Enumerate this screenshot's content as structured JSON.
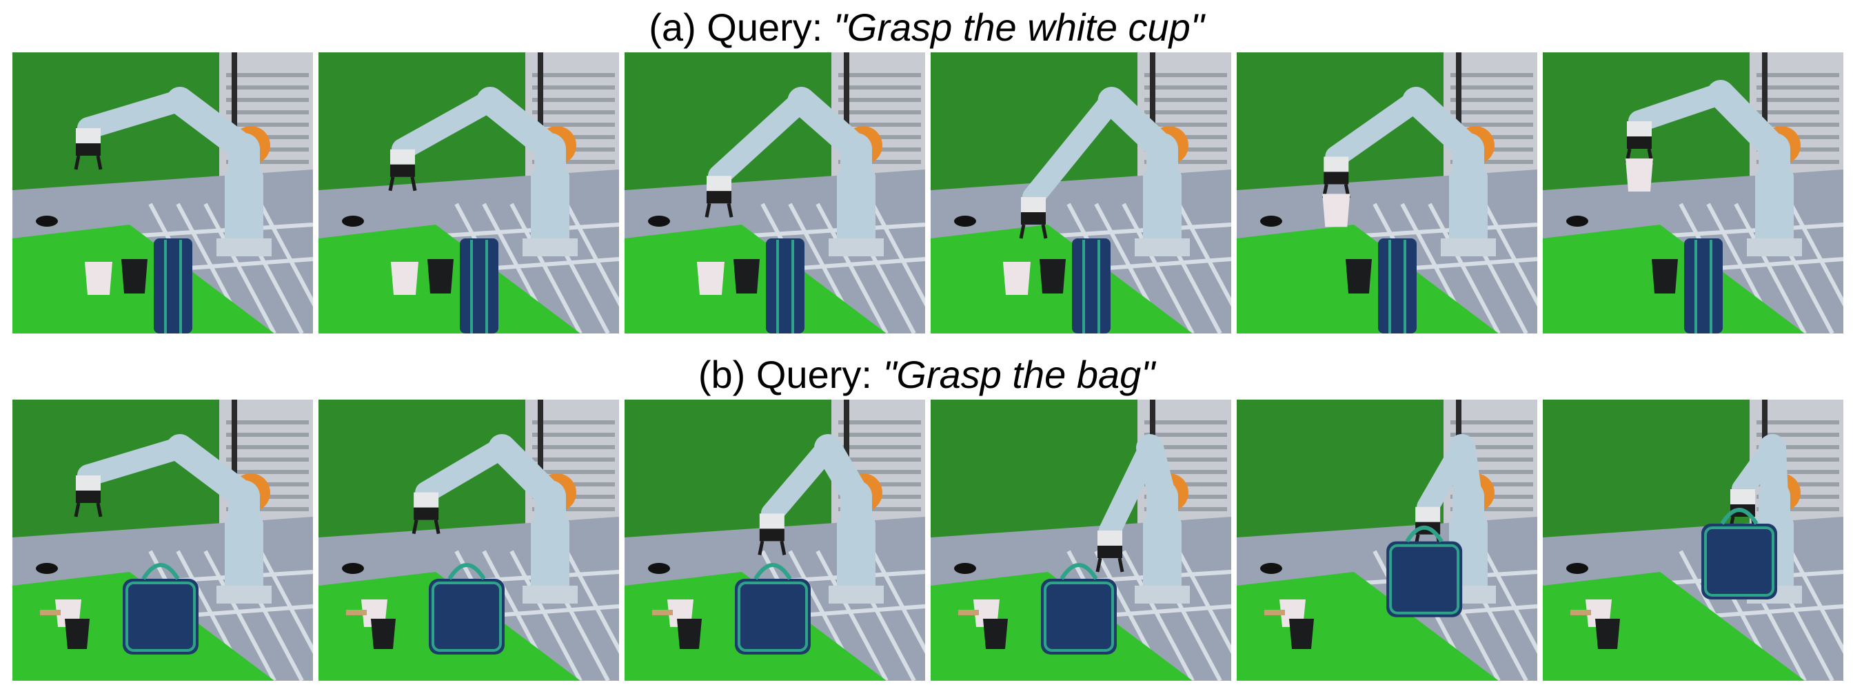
{
  "rows": [
    {
      "caption_prefix": "(a) Query: ",
      "caption_query": "\"Grasp the white cup\"",
      "frames": [
        {
          "name": "frame-1",
          "scene": "cup",
          "phase": 0.0
        },
        {
          "name": "frame-2",
          "scene": "cup",
          "phase": 0.2
        },
        {
          "name": "frame-3",
          "scene": "cup",
          "phase": 0.45
        },
        {
          "name": "frame-4",
          "scene": "cup",
          "phase": 0.65
        },
        {
          "name": "frame-5",
          "scene": "cup",
          "phase": 0.85
        },
        {
          "name": "frame-6",
          "scene": "cup",
          "phase": 1.0
        }
      ]
    },
    {
      "caption_prefix": "(b) Query: ",
      "caption_query": "\"Grasp the bag\"",
      "frames": [
        {
          "name": "frame-1",
          "scene": "bag",
          "phase": 0.0
        },
        {
          "name": "frame-2",
          "scene": "bag",
          "phase": 0.2
        },
        {
          "name": "frame-3",
          "scene": "bag",
          "phase": 0.45
        },
        {
          "name": "frame-4",
          "scene": "bag",
          "phase": 0.65
        },
        {
          "name": "frame-5",
          "scene": "bag",
          "phase": 0.85
        },
        {
          "name": "frame-6",
          "scene": "bag",
          "phase": 1.0
        }
      ]
    }
  ],
  "colors": {
    "green_screen": "#2f8a2a",
    "table_green": "#33c22e",
    "floor": "#9aa3b3",
    "robot_body": "#b9cfdc",
    "robot_joint": "#e8892a",
    "bag": "#1e3a6b",
    "bag_trim": "#2fa38a",
    "white_cup": "#ece4e6",
    "black_cup": "#1a1c1d"
  }
}
